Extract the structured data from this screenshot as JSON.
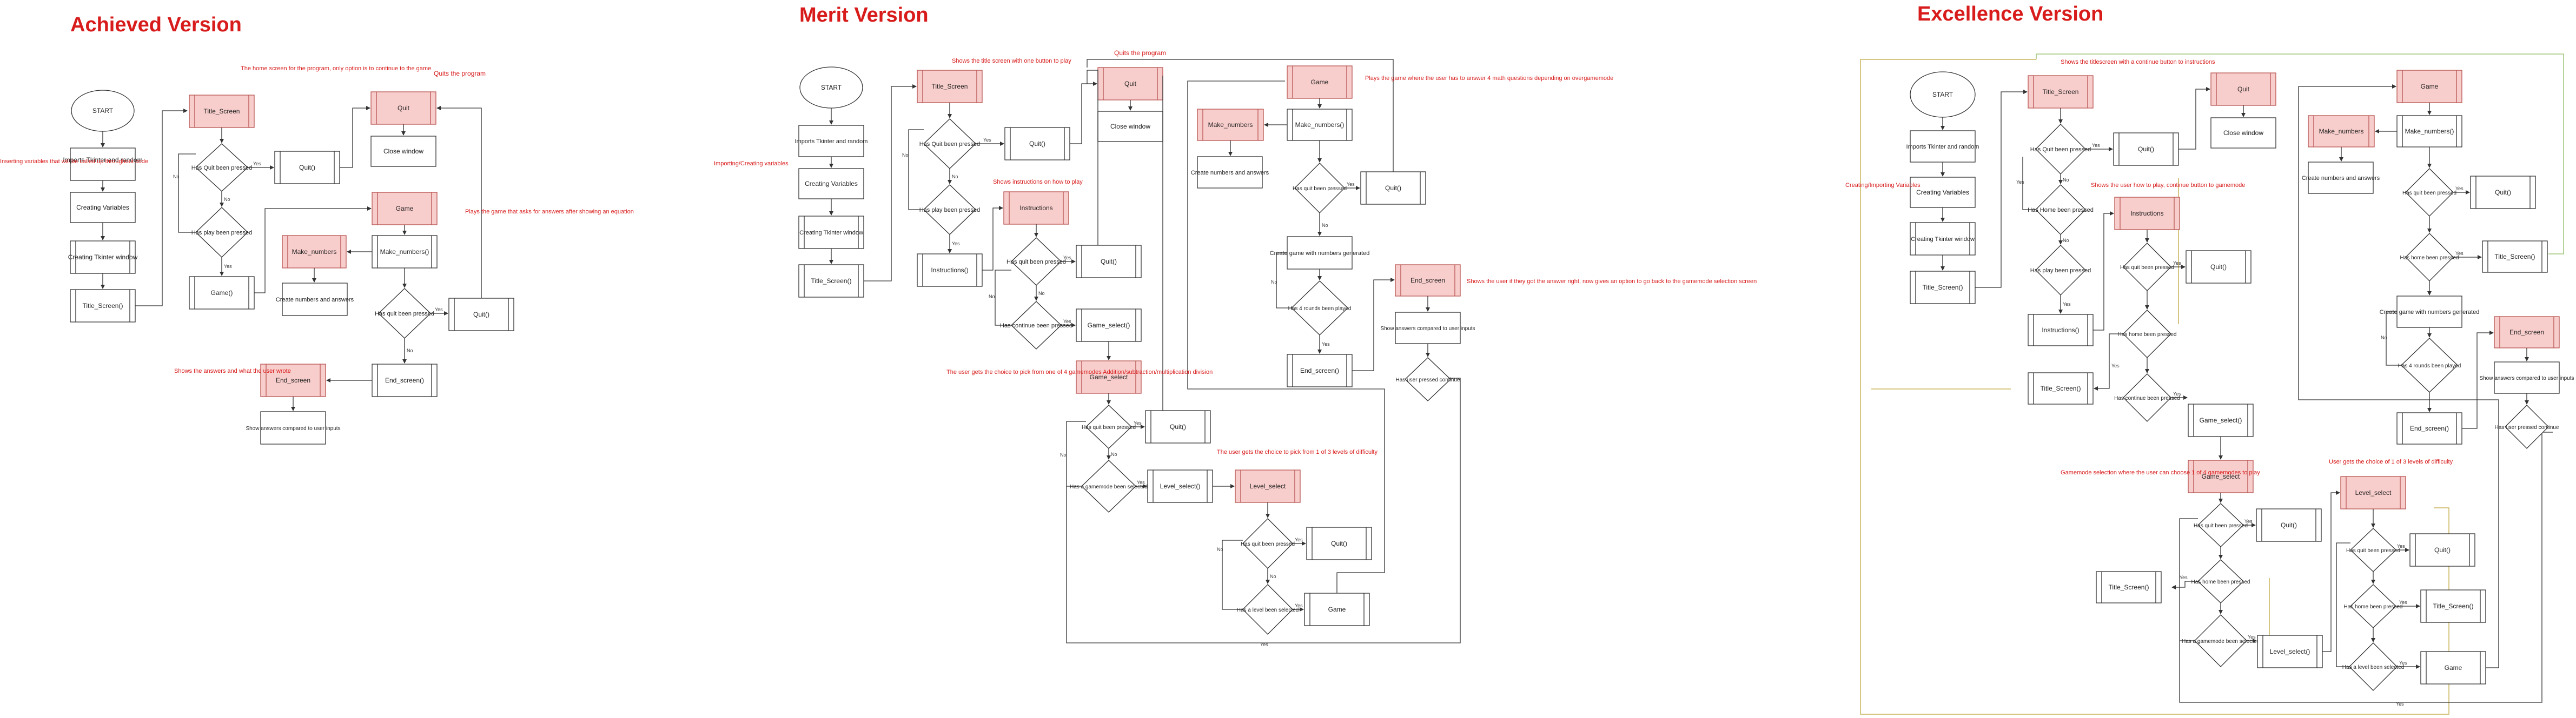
{
  "titles": {
    "achieved": "Achieved Version",
    "merit": "Merit Version",
    "excellence": "Excellence Version"
  },
  "nodes": {
    "start": "START",
    "imports": "Imports Tkinter and random",
    "creating_vars": "Creating Variables",
    "creating_window": "Creating Tkinter window",
    "title_screen_call": "Title_Screen()",
    "title_screen": "Title_Screen",
    "quit_pressed": "Has Quit been pressed",
    "quit_pressed_lower": "Has quit been pressed",
    "play_pressed": "Has play been pressed",
    "home_pressed": "Has Home been pressed",
    "home_pressed_lower": "Has home been pressed",
    "continue_pressed": "Has continue been pressed",
    "quit_call": "Quit()",
    "quit": "Quit",
    "close_window": "Close window",
    "game_call": "Game()",
    "game": "Game",
    "make_numbers_call": "Make_numbers()",
    "make_numbers": "Make_numbers",
    "create_numbers": "Create numbers and answers",
    "end_screen_call": "End_screen()",
    "end_screen": "End_screen",
    "show_answers": "Show answers compared to user inputs",
    "instructions_call": "Instructions()",
    "instructions": "Instructions",
    "game_select_call": "Game_select()",
    "game_select": "Game_select",
    "gamemode_selected": "Has a gamemode been selected",
    "level_select_call": "Level_select()",
    "level_select": "Level_select",
    "level_selected": "Has a level been selected",
    "create_game": "Create game with numbers generated",
    "rounds_played": "Has 4 rounds been played",
    "user_continue": "Has user pressed continue"
  },
  "labels": {
    "yes": "Yes",
    "no": "No"
  },
  "notes": {
    "a_inserting": "Inserting variables that will be called up throughout code",
    "a_home": "The home screen for the program, only option is to continue to the game",
    "a_quits": "Quits the program",
    "a_plays": "Plays the game that asks for answers after showing an equation",
    "a_answers": "Shows the answers and what the user wrote",
    "m_importing": "Importing/Creating variables",
    "m_title": "Shows the title screen with one button to play",
    "m_quits": "Quits the program",
    "m_plays": "Plays the game where the user has to answer 4 math questions depending on overgamemode",
    "m_instr": "Shows instructions on how to play",
    "m_end": "Shows the user if they got the answer right, now gives an option to go back to the gamemode selection screen",
    "m_gamemode": "The user gets the choice to pick from one of 4 gamemodes Addition/subtraction/multiplication division",
    "m_level": "The user gets the choice to pick from 1 of 3 levels of difficulty",
    "e_creating": "Creating/Importing Variables",
    "e_title": "Shows the titlescreen with a continue button to instructions",
    "e_instr": "Shows the user how to play, continue button to gamemode",
    "e_gamemode": "Gamemode selection where the user can choose 1 of 4 gamemodes to play",
    "e_level": "User gets the choice of 1 of 3 levels of difficulty"
  },
  "colors": {
    "title_red": "#d81b1b",
    "highlight_fill": "#f8cecc",
    "highlight_stroke": "#b85450",
    "loop_yellow": "#c9b458",
    "loop_green": "#9fc47a"
  }
}
